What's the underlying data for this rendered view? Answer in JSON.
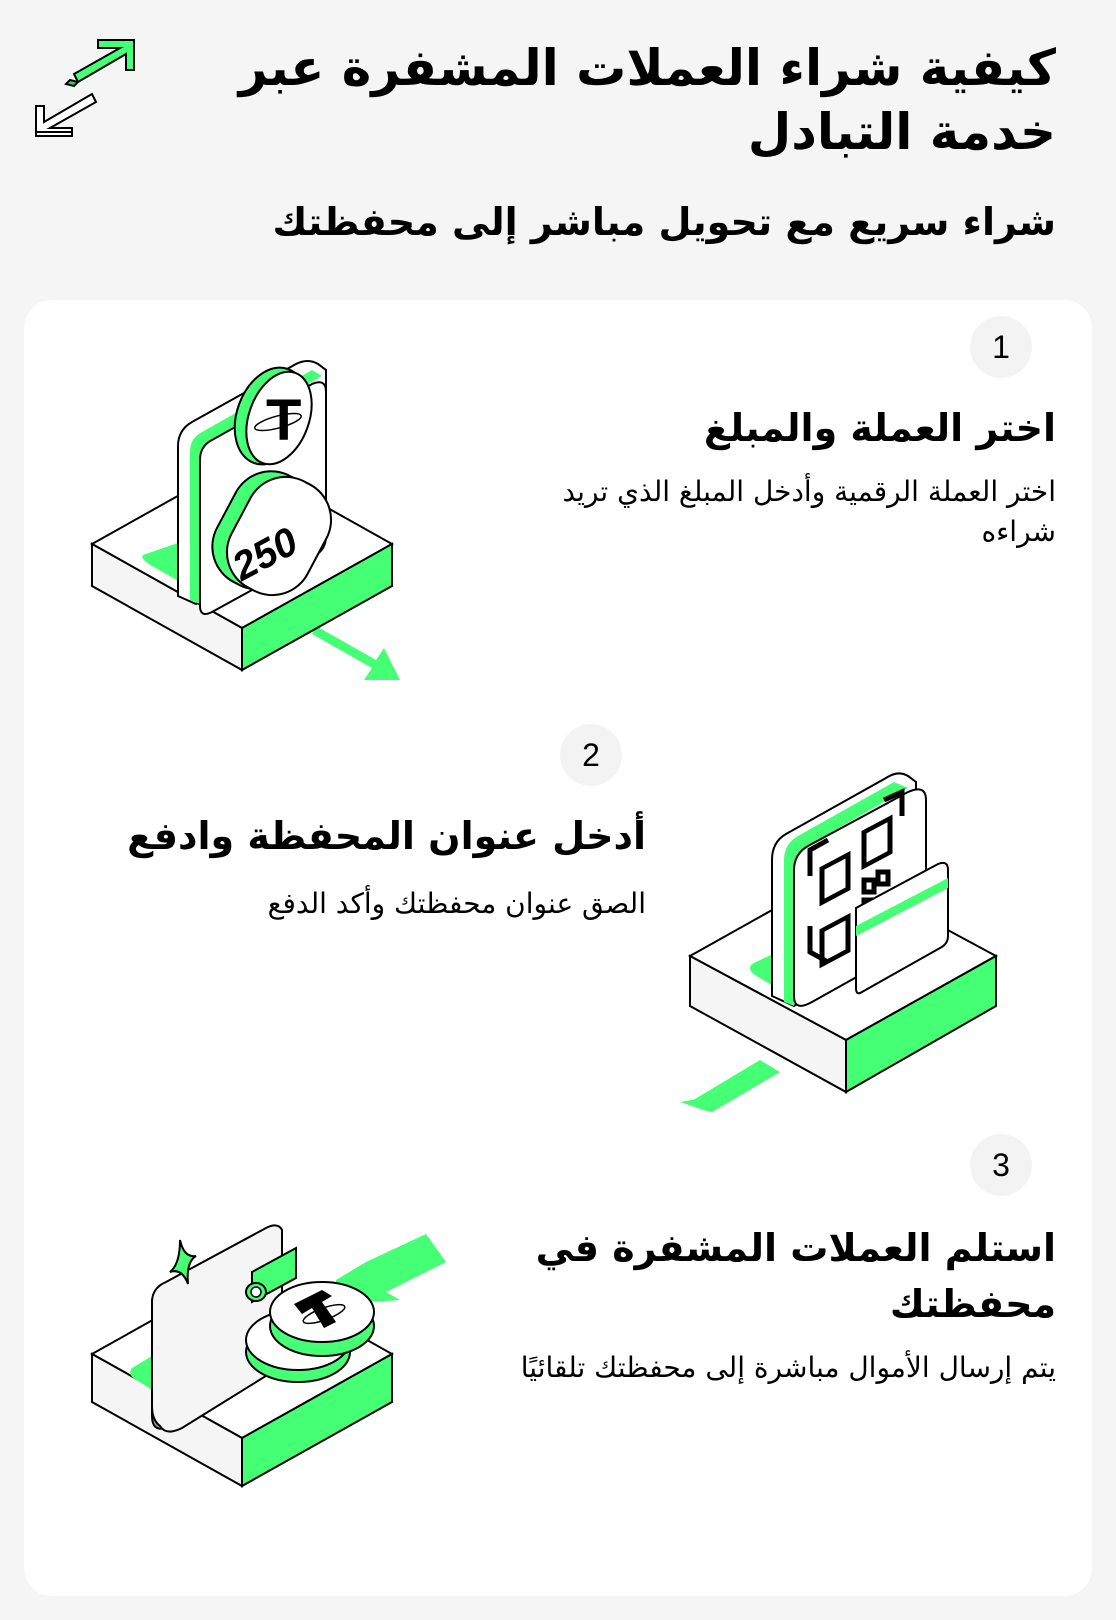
{
  "header": {
    "title": "كيفية شراء العملات المشفرة عبر خدمة التبادل",
    "subtitle": "شراء سريع مع تحويل مباشر إلى محفظتك",
    "icon": "exchange-arrows-icon"
  },
  "colors": {
    "accent": "#45FF74",
    "background": "#F5F5F5",
    "card": "#FFFFFF",
    "badge": "#F3F3F3",
    "text": "#000000"
  },
  "steps": [
    {
      "number": "1",
      "title": "اختر العملة والمبلغ",
      "description": "اختر العملة الرقمية وأدخل المبلغ الذي تريد شراءه",
      "illustration": "coin-and-amount-illustration",
      "amount": "250"
    },
    {
      "number": "2",
      "title": "أدخل عنوان المحفظة وادفع",
      "description": "الصق عنوان محفظتك وأكد الدفع",
      "illustration": "qr-code-and-card-illustration"
    },
    {
      "number": "3",
      "title": "استلم العملات المشفرة في محفظتك",
      "description": "يتم إرسال الأموال مباشرة إلى محفظتك تلقائيًا",
      "illustration": "wallet-and-coins-illustration"
    }
  ]
}
